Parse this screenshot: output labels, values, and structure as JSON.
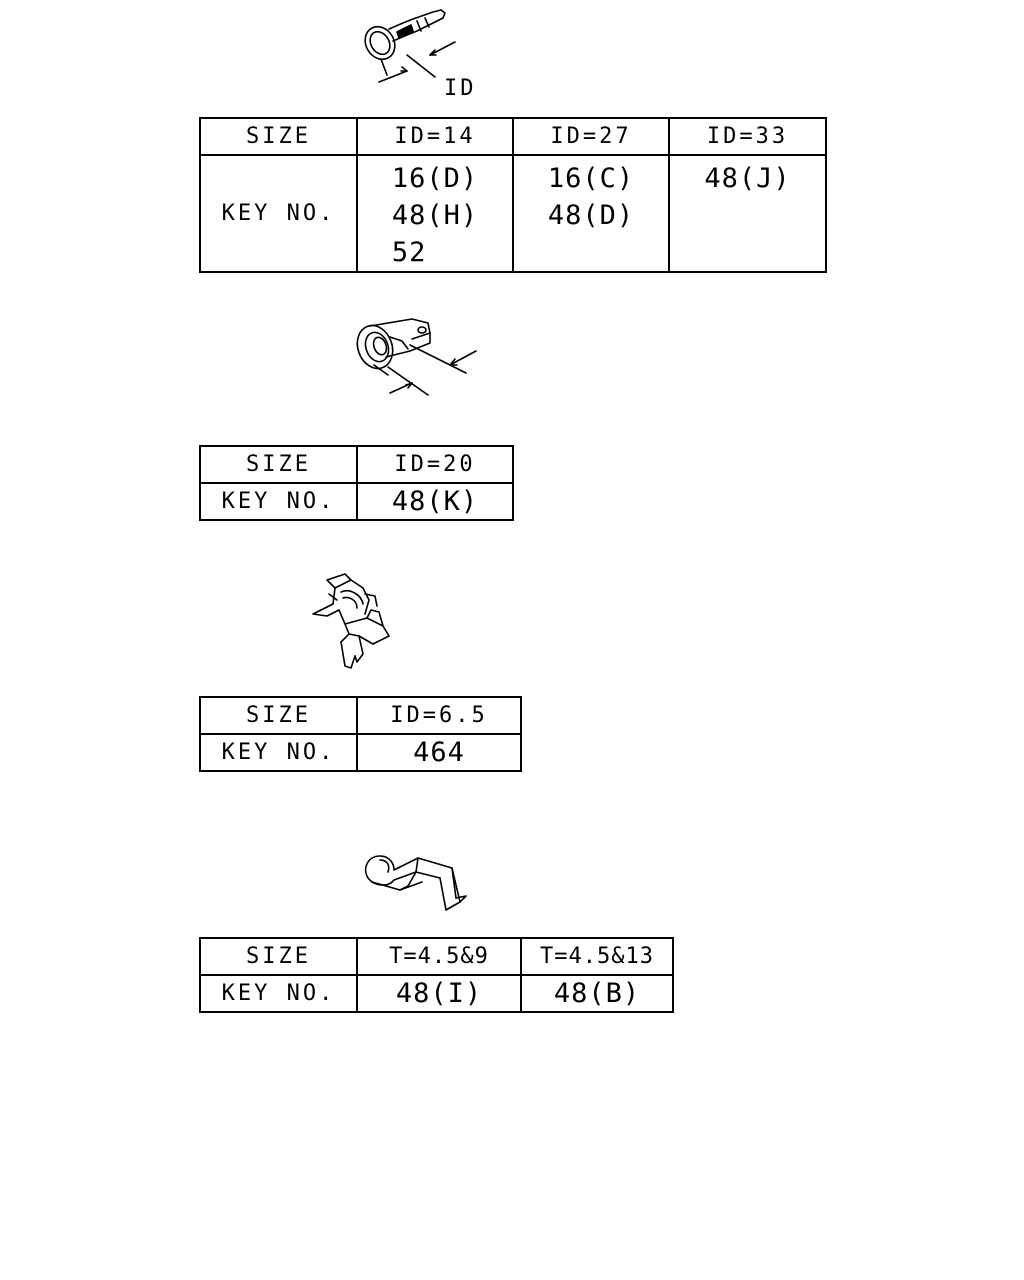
{
  "clip_1": {
    "dim_label": "ID",
    "size_header": "SIZE",
    "key_header": "KEY NO.",
    "columns": [
      {
        "size": "ID=14",
        "keys": [
          "16(D)",
          "48(H)",
          "52"
        ]
      },
      {
        "size": "ID=27",
        "keys": [
          "16(C)",
          "48(D)"
        ]
      },
      {
        "size": "ID=33",
        "keys": [
          "48(J)"
        ]
      }
    ]
  },
  "clip_2": {
    "size_header": "SIZE",
    "key_header": "KEY NO.",
    "size": "ID=20",
    "key": "48(K)"
  },
  "clip_3": {
    "size_header": "SIZE",
    "key_header": "KEY NO.",
    "size": "ID=6.5",
    "key": "464"
  },
  "clip_4": {
    "size_header": "SIZE",
    "key_header": "KEY NO.",
    "columns": [
      {
        "size": "T=4.5&9",
        "key": "48(I)"
      },
      {
        "size": "T=4.5&13",
        "key": "48(B)"
      }
    ]
  }
}
